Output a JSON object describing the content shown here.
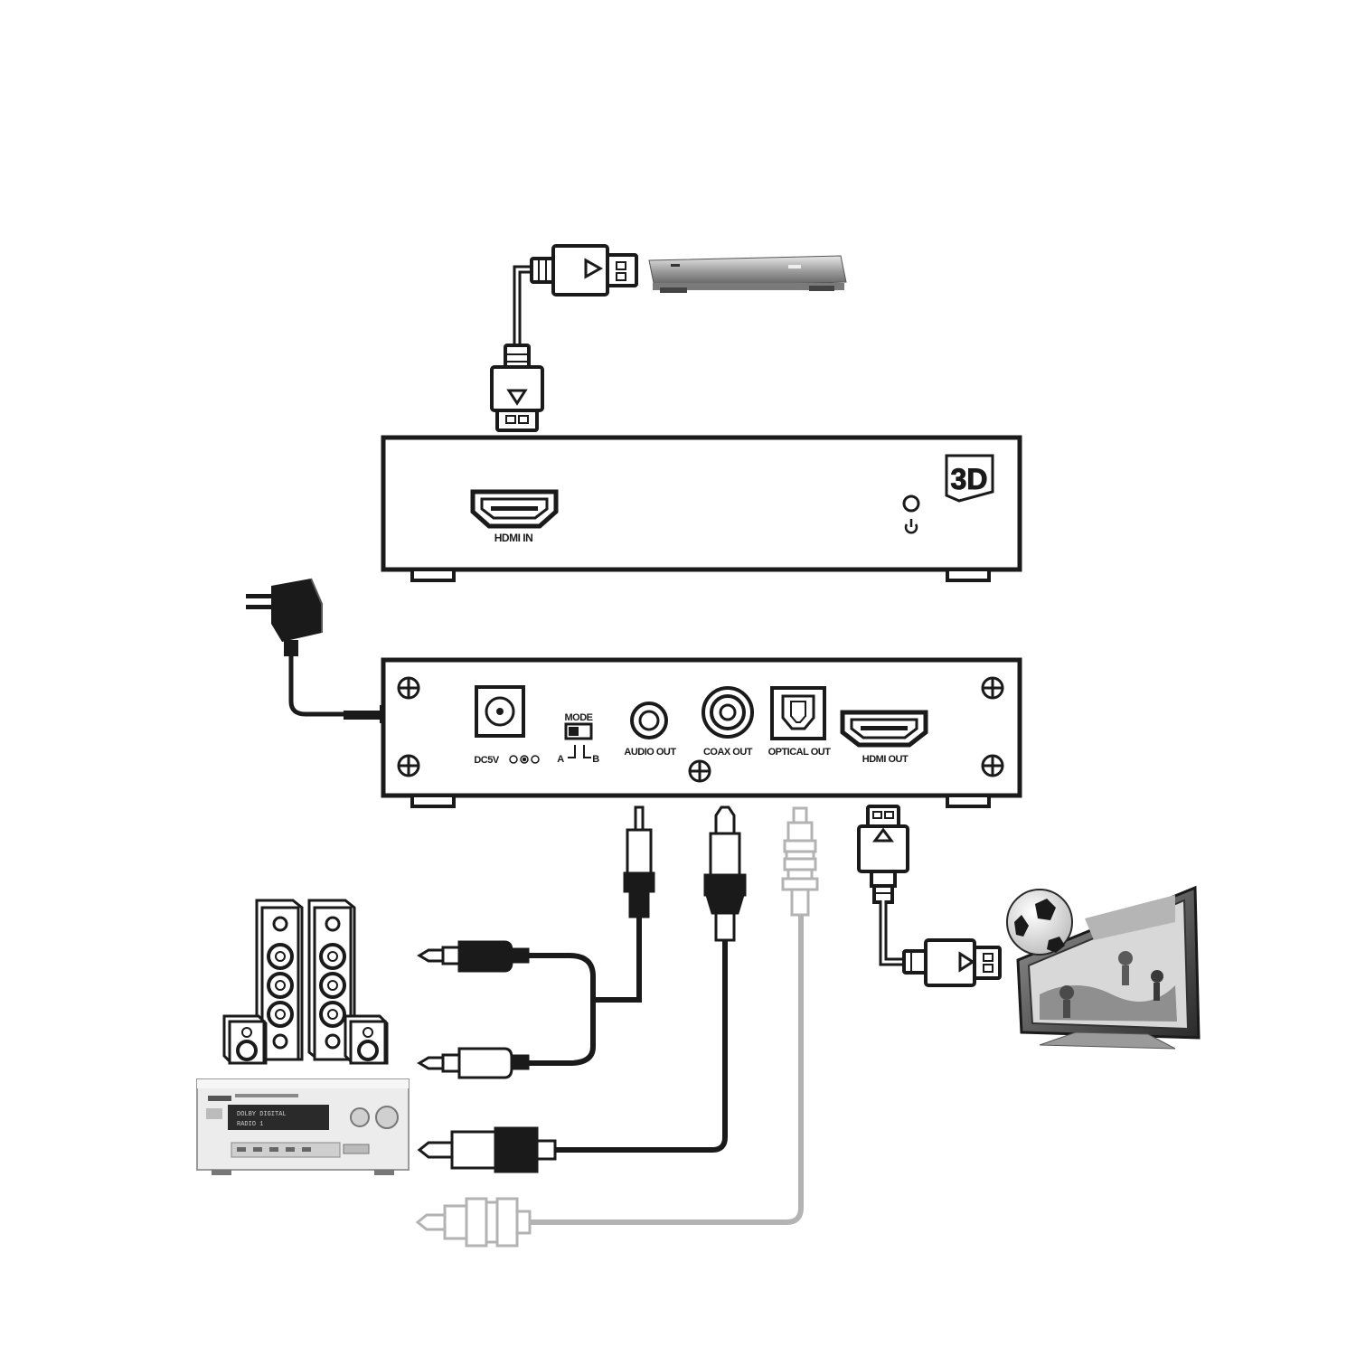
{
  "front_panel": {
    "hdmi_in_label": "HDMI IN",
    "badge_3d": "3D"
  },
  "rear_panel": {
    "dc_label": "DC5V",
    "mode_label": "MODE",
    "mode_a": "A",
    "mode_b": "B",
    "audio_out_label": "AUDIO OUT",
    "coax_out_label": "COAX OUT",
    "optical_out_label": "OPTICAL OUT",
    "hdmi_out_label": "HDMI OUT"
  },
  "receiver": {
    "display_line1": "DOLBY DIGITAL",
    "display_line2": "RADIO 1"
  },
  "colors": {
    "line": "#1a1a1a",
    "optical_cable": "#b3b3b3",
    "device_silver": "#d9d9d9"
  }
}
